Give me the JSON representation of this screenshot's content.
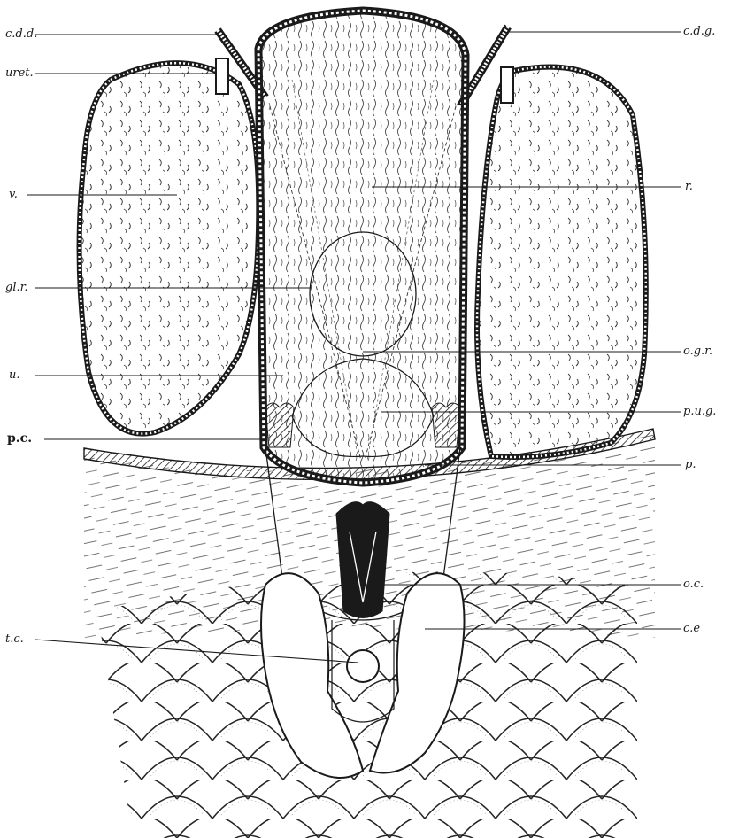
{
  "figure": {
    "labels": {
      "cdd": "c.d.d.",
      "cdg": "c.d.g.",
      "uret": "uret.",
      "v": "v.",
      "r": "r.",
      "glr": "gl.r.",
      "ogr": "o.g.r.",
      "u": "u.",
      "pug": "p.u.g.",
      "pc": "p.c.",
      "p": "p.",
      "oc": "o.c.",
      "tc": "t.c.",
      "ce": "c.e"
    }
  },
  "colors": {
    "ink": "#1a1a1a",
    "paper": "#ffffff"
  }
}
